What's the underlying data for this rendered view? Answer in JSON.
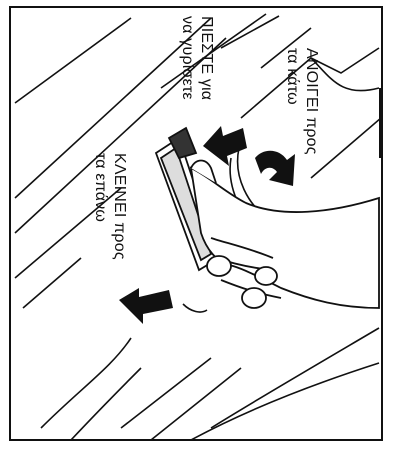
{
  "labels": {
    "press_line1": "ΠΙΕΣΤΕ για",
    "press_line2": "να γυρίσετε",
    "open_line1": "ΑΝΟΙΓΕΙ προς",
    "open_line2": "τα κάτω",
    "close_line1": "ΚΛΕΙΝΕΙ προς",
    "close_line2": "τα επάνω"
  },
  "colors": {
    "ink": "#111111",
    "paper": "#ffffff"
  },
  "icons": [
    "press-arrow-icon",
    "open-down-arrow-icon",
    "close-up-arrow-icon"
  ]
}
